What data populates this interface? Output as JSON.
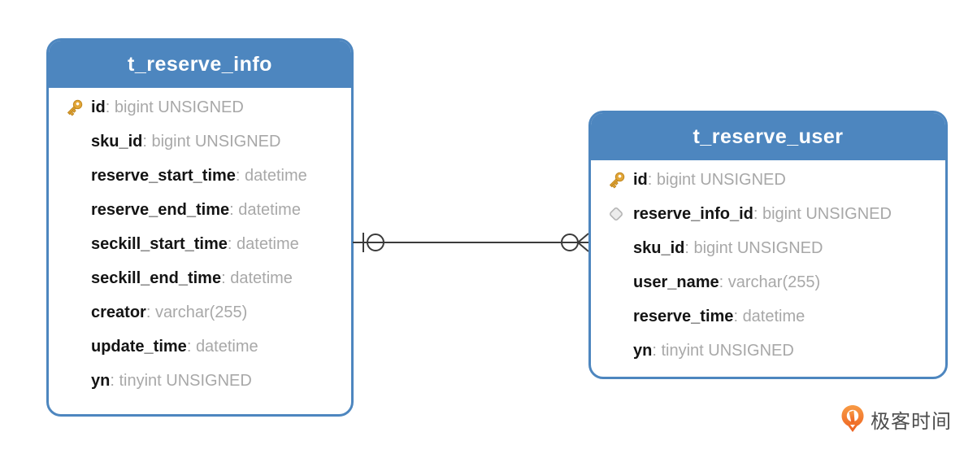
{
  "ui": {
    "field_separator": ": "
  },
  "tables": [
    {
      "name": "t_reserve_info",
      "fields": [
        {
          "icon": "key",
          "name": "id",
          "type": "bigint UNSIGNED"
        },
        {
          "icon": "",
          "name": "sku_id",
          "type": "bigint UNSIGNED"
        },
        {
          "icon": "",
          "name": "reserve_start_time",
          "type": "datetime"
        },
        {
          "icon": "",
          "name": "reserve_end_time",
          "type": "datetime"
        },
        {
          "icon": "",
          "name": "seckill_start_time",
          "type": "datetime"
        },
        {
          "icon": "",
          "name": "seckill_end_time",
          "type": "datetime"
        },
        {
          "icon": "",
          "name": "creator",
          "type": "varchar(255)"
        },
        {
          "icon": "",
          "name": "update_time",
          "type": "datetime"
        },
        {
          "icon": "",
          "name": "yn",
          "type": "tinyint UNSIGNED"
        }
      ]
    },
    {
      "name": "t_reserve_user",
      "fields": [
        {
          "icon": "key",
          "name": "id",
          "type": "bigint UNSIGNED"
        },
        {
          "icon": "diamond",
          "name": "reserve_info_id",
          "type": "bigint UNSIGNED"
        },
        {
          "icon": "",
          "name": "sku_id",
          "type": "bigint UNSIGNED"
        },
        {
          "icon": "",
          "name": "user_name",
          "type": "varchar(255)"
        },
        {
          "icon": "",
          "name": "reserve_time",
          "type": "datetime"
        },
        {
          "icon": "",
          "name": "yn",
          "type": "tinyint UNSIGNED"
        }
      ]
    }
  ],
  "relationship": {
    "from_table": "t_reserve_info",
    "to_table": "t_reserve_user",
    "from_marker": "one",
    "to_marker": "zero-or-many"
  },
  "watermark": {
    "text": "极客时间"
  },
  "colors": {
    "table_header_blue": "#4d86bf",
    "table_border_blue": "#4d86bf",
    "field_name_black": "#141414",
    "field_type_gray": "#a8a8a8",
    "connector_line": "#3b3b3b",
    "primary_key_gold": "#e2a637",
    "brand_orange": "#f06d23"
  }
}
